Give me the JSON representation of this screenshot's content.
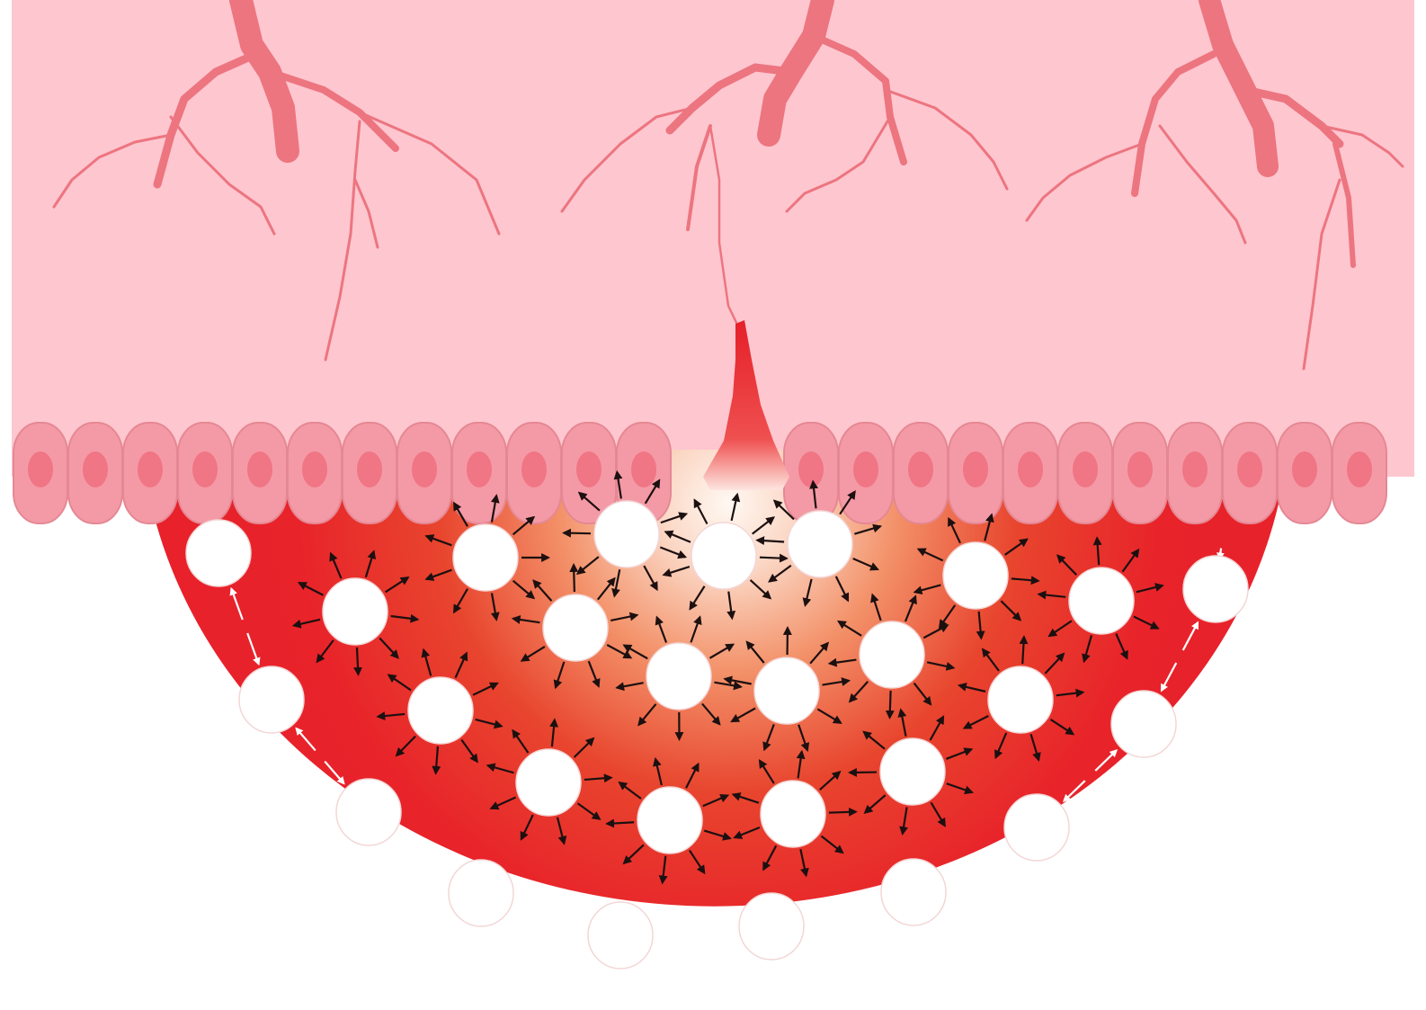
{
  "diagram": {
    "colors": {
      "tissue": "#fec6cf",
      "vessel": "#ec7580",
      "cell_fill": "#f49aa6",
      "cell_stroke": "#e58894",
      "nucleus": "#ee6f7f",
      "lesion_red": "#e8212b",
      "lesion_light": "#fff7f2",
      "sprout": "#e8232b",
      "orb": "#ffffff",
      "arrow_dark": "#1c1010",
      "arrow_light": "#ffffff"
    },
    "icons": [
      "branching-vessel",
      "epithelial-cell",
      "sprouting-vessel",
      "white-cell",
      "diffusion-arrow"
    ]
  }
}
